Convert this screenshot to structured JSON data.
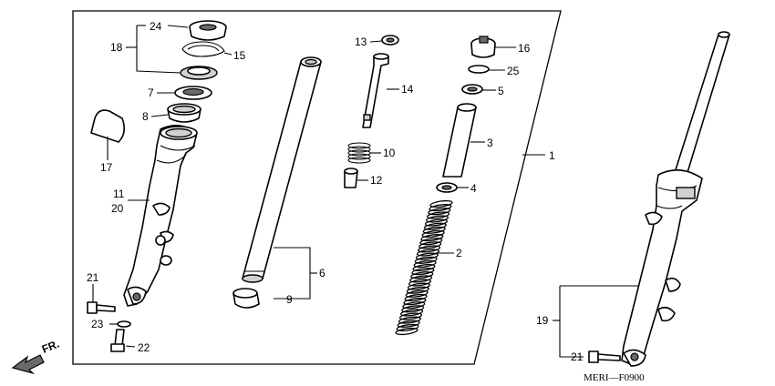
{
  "callouts": {
    "c1": "1",
    "c2": "2",
    "c3": "3",
    "c4": "4",
    "c5": "5",
    "c6": "6",
    "c7": "7",
    "c8": "8",
    "c9": "9",
    "c10": "10",
    "c11": "11",
    "c12": "12",
    "c13": "13",
    "c14": "14",
    "c15": "15",
    "c16": "16",
    "c17": "17",
    "c18": "18",
    "c19": "19",
    "c20": "20",
    "c21a": "21",
    "c21b": "21",
    "c22": "22",
    "c23": "23",
    "c24": "24",
    "c25": "25"
  },
  "direction_label": "FR.",
  "diagram_code": "MERI—F0900",
  "icons": {
    "direction_arrow": "forward-arrow-icon"
  }
}
